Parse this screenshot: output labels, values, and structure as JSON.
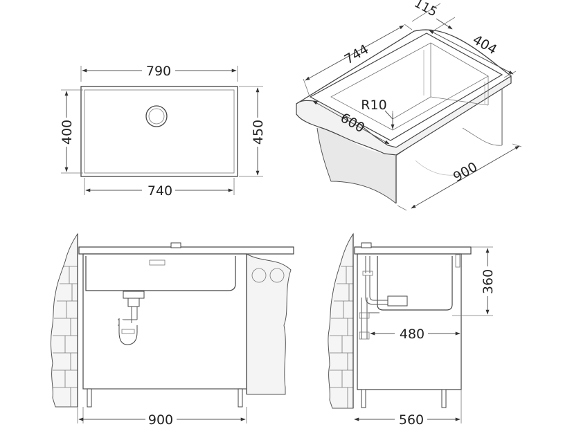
{
  "top_view": {
    "width_outer": "790",
    "width_inner": "740",
    "height_outer": "450",
    "height_inner": "400"
  },
  "iso_view": {
    "depth_top": "115",
    "length": "744",
    "width": "404",
    "radius": "R10",
    "bowl_width": "600",
    "cabinet_length": "900"
  },
  "front_view": {
    "cabinet_width": "900"
  },
  "side_view": {
    "depth": "360",
    "drain_offset": "480",
    "cabinet_depth": "560"
  }
}
